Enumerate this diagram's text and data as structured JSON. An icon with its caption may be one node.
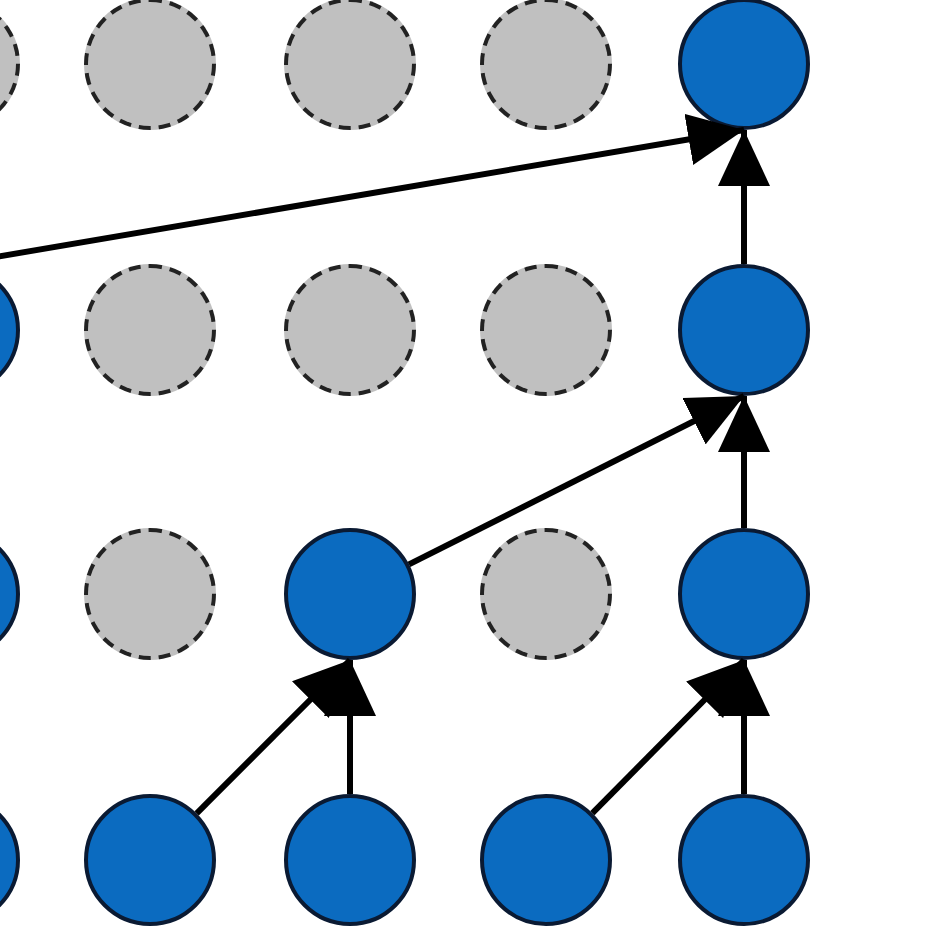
{
  "diagram": {
    "nodes": [
      {
        "text": [],
        "shape": "circle"
      },
      {
        "text": [],
        "shape": "circle"
      },
      {
        "text": [],
        "shape": "circle"
      },
      {
        "text": [],
        "shape": "circle"
      },
      {
        "text": [],
        "shape": "circle"
      },
      {
        "text": [],
        "shape": "circle"
      },
      {
        "text": [],
        "shape": "circle"
      },
      {
        "text": [],
        "shape": "circle"
      },
      {
        "text": [],
        "shape": "circle"
      },
      {
        "text": [],
        "shape": "circle"
      },
      {
        "text": [],
        "shape": "circle"
      },
      {
        "text": [],
        "shape": "circle"
      },
      {
        "text": [],
        "shape": "circle"
      },
      {
        "text": [],
        "shape": "circle"
      },
      {
        "text": [],
        "shape": "circle"
      },
      {
        "text": [],
        "shape": "circle"
      },
      {
        "text": [],
        "shape": "circle"
      },
      {
        "text": [],
        "shape": "circle"
      },
      {
        "text": [],
        "shape": "circle"
      },
      {
        "text": [],
        "shape": "circle"
      }
    ],
    "edges": [
      {
        "from": 5,
        "to": 4,
        "arrow": "to"
      },
      {
        "from": 9,
        "to": 4,
        "arrow": "to"
      },
      {
        "from": 12,
        "to": 9,
        "arrow": "to"
      },
      {
        "from": 14,
        "to": 9,
        "arrow": "to"
      },
      {
        "from": 16,
        "to": 12,
        "arrow": "to"
      },
      {
        "from": 17,
        "to": 12,
        "arrow": "to"
      },
      {
        "from": 18,
        "to": 14,
        "arrow": "to"
      },
      {
        "from": 19,
        "to": 14,
        "arrow": "to"
      }
    ]
  }
}
